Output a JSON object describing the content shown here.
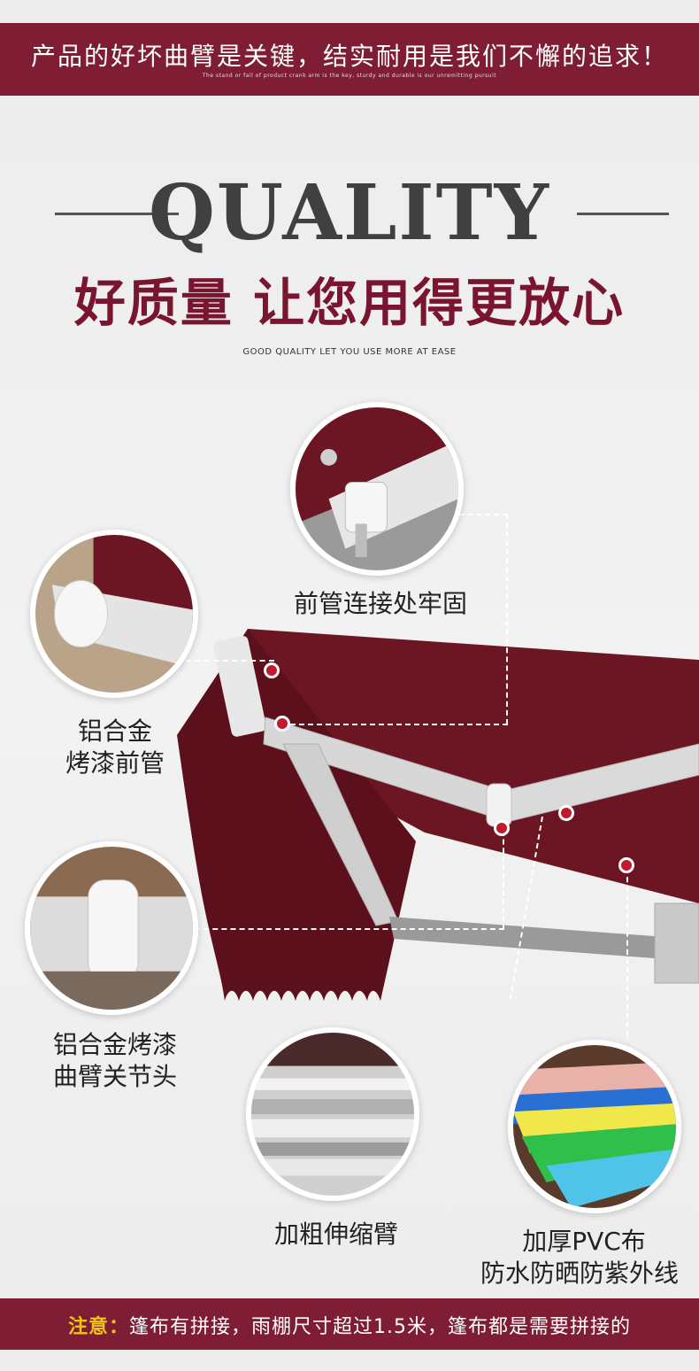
{
  "banner_top": {
    "title": "产品的好坏曲臂是关键，结实耐用是我们不懈的追求！",
    "subtitle": "The stand or fall of product crank arm is the key, sturdy and durable is our unremitting pursuit"
  },
  "heading": {
    "word": "QUALITY",
    "headline_cn": "好质量 让您用得更放心",
    "headline_en": "GOOD QUALITY LET YOU USE MORE AT EASE"
  },
  "features": {
    "front_joint": "前管连接处牢固",
    "front_tube_line1": "铝合金",
    "front_tube_line2": "烤漆前管",
    "elbow_line1": "铝合金烤漆",
    "elbow_line2": "曲臂关节头",
    "arm": "加粗伸缩臂",
    "fabric_line1": "加厚PVC布",
    "fabric_line2": "防水防晒防紫外线"
  },
  "banner_bottom": {
    "prefix": "注意：",
    "text": "篷布有拼接，雨棚尺寸超过1.5米，篷布都是需要拼接的"
  },
  "colors": {
    "brand_maroon": "#7e1d34",
    "awning_maroon": "#6b1622",
    "note_yellow": "#f0c419",
    "dot_red": "#c1192d"
  }
}
